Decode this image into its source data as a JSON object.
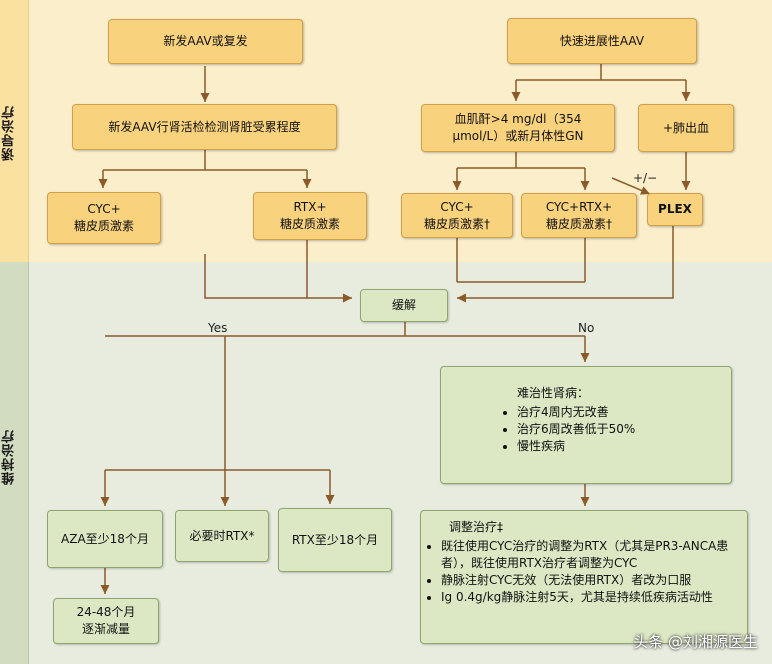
{
  "sections": {
    "induction": "诱导治疗",
    "maintenance": "维持治疗"
  },
  "boxes": {
    "new_aav": "新发AAV或复发",
    "rapid_aav": "快速进展性AAV",
    "biopsy": "新发AAV行肾活检检测肾脏受累程度",
    "creatinine_line1": "血肌酐>4 mg/dl（354",
    "creatinine_line2": "μmol/L）或新月体性GN",
    "pulm_hemorrhage": "+肺出血",
    "cyc_left_line1": "CYC+",
    "cyc_left_line2": "糖皮质激素",
    "rtx_left_line1": "RTX+",
    "rtx_left_line2": "糖皮质激素",
    "cyc_right_line1": "CYC+",
    "cyc_right_line2": "糖皮质激素†",
    "cycrtx_line1": "CYC+RTX+",
    "cycrtx_line2": "糖皮质激素†",
    "plex": "PLEX",
    "remission": "缓解",
    "aza": "AZA至少18个月",
    "rtx_needed": "必要时RTX*",
    "rtx18": "RTX至少18个月",
    "taper_line1": "24-48个月",
    "taper_line2": "逐渐减量"
  },
  "labels": {
    "yes": "Yes",
    "no": "No",
    "plusminus": "+/−"
  },
  "refractory": {
    "title": "难治性肾病：",
    "items": [
      "治疗4周内无改善",
      "治疗6周改善低于50%",
      "慢性疾病"
    ]
  },
  "adjust": {
    "title": "调整治疗‡",
    "items": [
      "既往使用CYC治疗的调整为RTX（尤其是PR3-ANCA患者），既往使用RTX治疗者调整为CYC",
      "静脉注射CYC无效（无法使用RTX）者改为口服",
      "Ig 0.4g/kg静脉注射5天，尤其是持续低疾病活动性"
    ]
  },
  "watermark": "头条 @刘湘源医生"
}
